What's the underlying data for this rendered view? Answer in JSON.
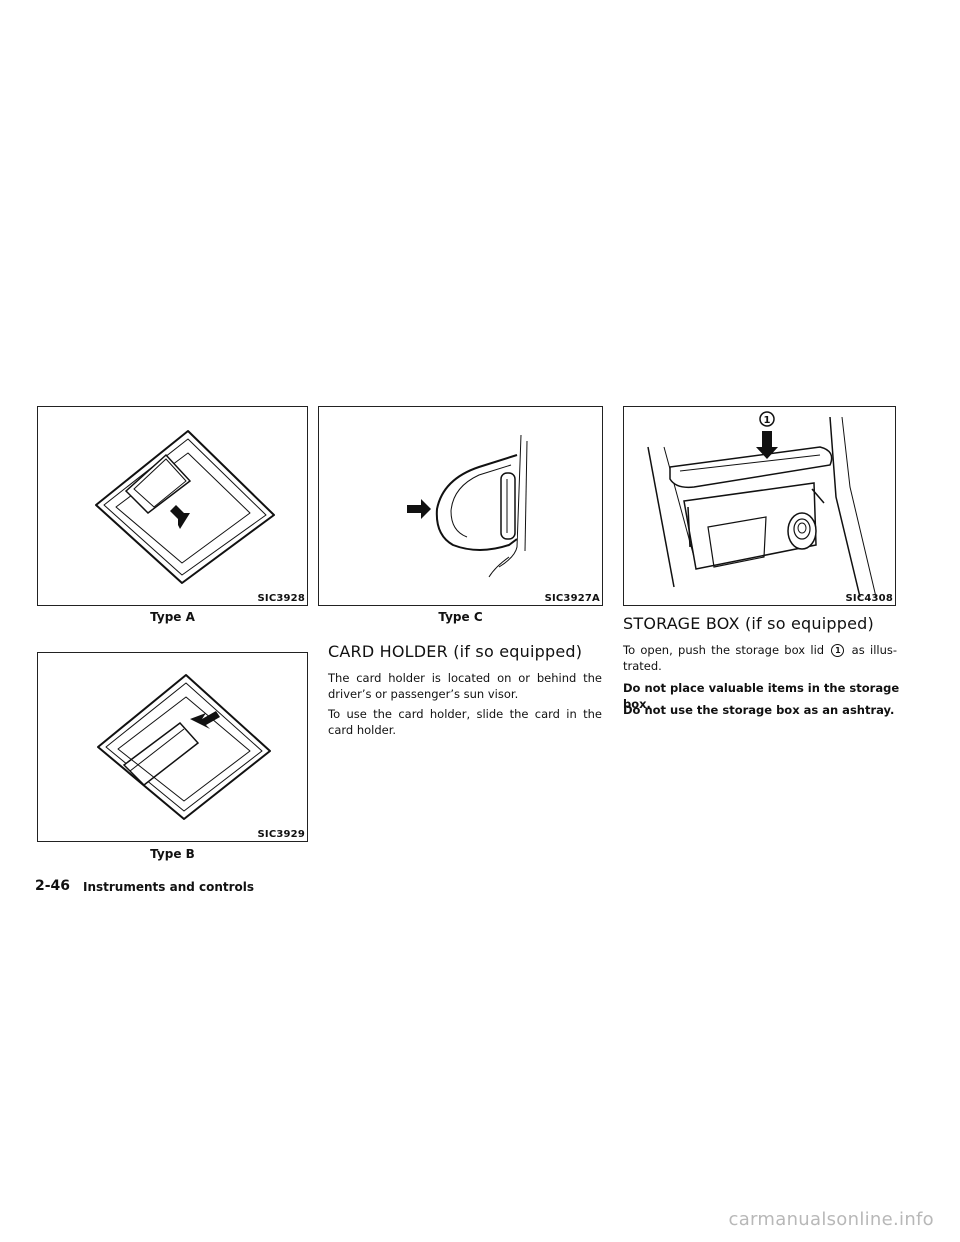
{
  "figures": {
    "type_a": {
      "code": "SIC3928",
      "caption": "Type A"
    },
    "type_b": {
      "code": "SIC3929",
      "caption": "Type B"
    },
    "type_c": {
      "code": "SIC3927A",
      "caption": "Type C"
    },
    "storage": {
      "code": "SIC4308",
      "callout": "1"
    }
  },
  "card_holder": {
    "heading": "CARD HOLDER (if so equipped)",
    "paragraphs": [
      "The card holder is located on or behind the driver’s or passenger’s sun visor.",
      "To use the card holder, slide the card in the card holder."
    ]
  },
  "storage_box": {
    "heading": "STORAGE BOX (if so equipped)",
    "intro_before": "To open, push the storage box lid",
    "callout": "1",
    "intro_after": "as illus-trated.",
    "warnings": [
      "Do not place valuable items in the storage box.",
      "Do not use the storage box as an ashtray."
    ]
  },
  "footer": {
    "page_number": "2-46",
    "section_title": "Instruments and controls"
  },
  "watermark": "carmanualsonline.info"
}
